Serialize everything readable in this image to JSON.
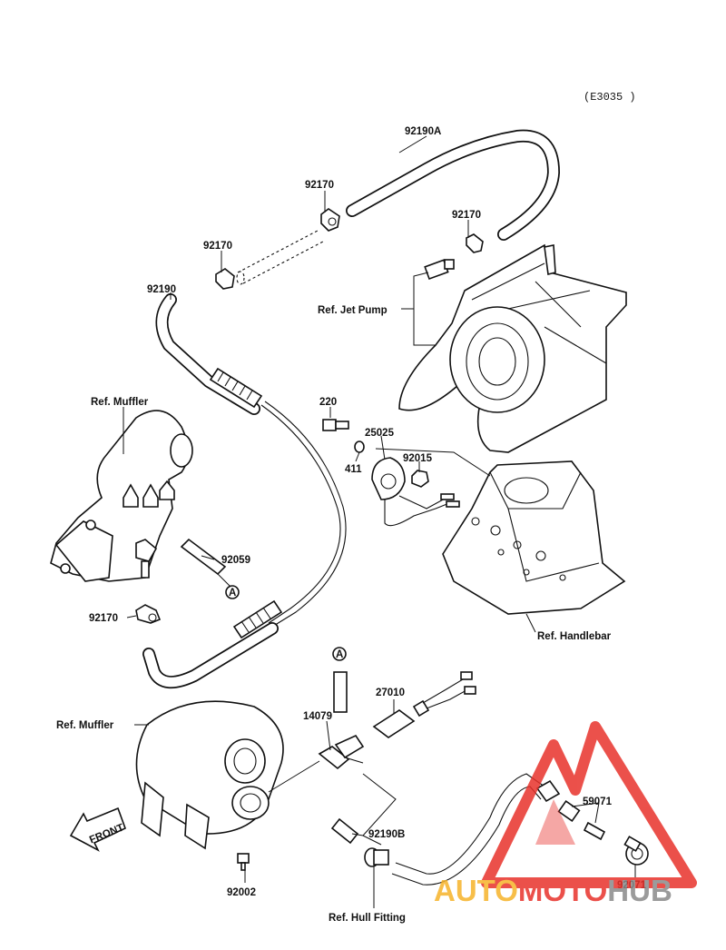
{
  "diagram_code": "(E3035 )",
  "labels": {
    "hose_top": "92190A",
    "clamp_a": "92170",
    "clamp_b": "92170",
    "clamp_c": "92170",
    "hose_left": "92190",
    "ref_jet_pump": "Ref. Jet Pump",
    "ref_muffler_top": "Ref. Muffler",
    "bolt": "220",
    "switch": "25025",
    "washer": "411",
    "nut": "92015",
    "tube": "92059",
    "clamp_d": "92170",
    "ref_handlebar": "Ref. Handlebar",
    "sensor": "27010",
    "tee": "14079",
    "ref_muffler_bottom": "Ref. Muffler",
    "hose_b": "92190B",
    "bolt_bottom": "92002",
    "ref_hull_fitting": "Ref. Hull Fitting",
    "fitting_a": "59071",
    "fitting_b": "92071",
    "marker_a1": "A",
    "marker_a2": "A"
  },
  "front_arrow": "FRONT",
  "watermark": {
    "part1": "AUTO",
    "part2": "MOTO",
    "part3": "HUB",
    "colors": {
      "auto": "#f6b32a",
      "moto": "#e8322b",
      "hub": "#8a8a8a",
      "triangle": "#e8322b"
    }
  }
}
